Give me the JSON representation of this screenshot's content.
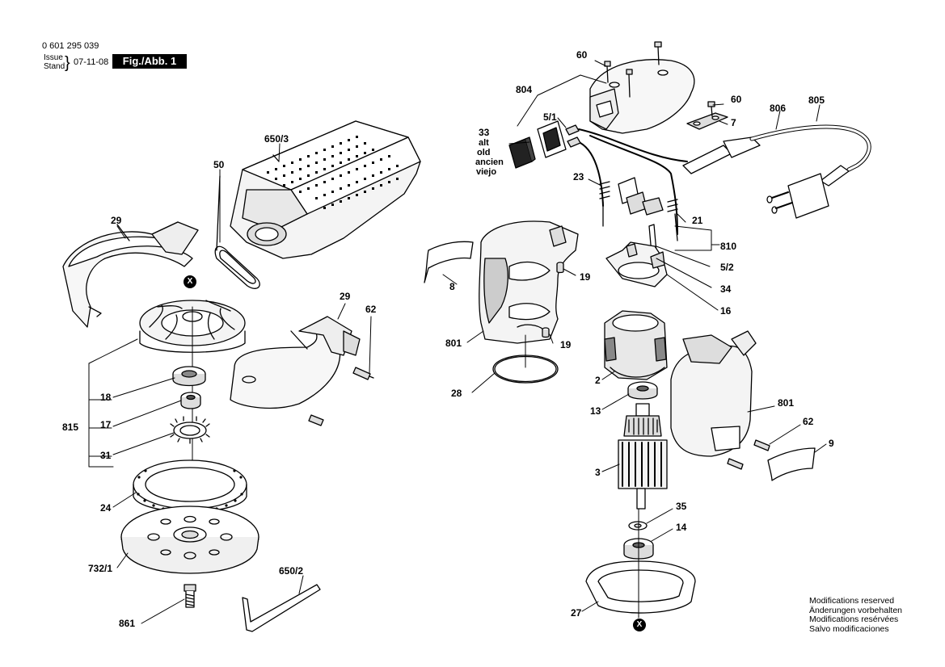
{
  "header": {
    "doc_number": "0 601 295 039",
    "issue_label_1": "Issue",
    "issue_label_2": "Stand",
    "brace": "}",
    "date": "07-11-08",
    "figure_label": "Fig./Abb. 1"
  },
  "markers": {
    "x_marker": "X"
  },
  "labels": {
    "p650_3": "650/3",
    "p50": "50",
    "p29_top": "29",
    "p29_mid": "29",
    "p62_mid": "62",
    "p18": "18",
    "p815": "815",
    "p17": "17",
    "p31": "31",
    "p24": "24",
    "p732_1": "732/1",
    "p861": "861",
    "p650_2": "650/2",
    "p60_a": "60",
    "p60_b": "60",
    "p804": "804",
    "p5_1": "5/1",
    "p33": "33",
    "alt_1": "alt",
    "alt_2": "old",
    "alt_3": "ancien",
    "alt_4": "viejo",
    "p23": "23",
    "p806": "806",
    "p805": "805",
    "p7": "7",
    "p21": "21",
    "p810": "810",
    "p5_2": "5/2",
    "p34": "34",
    "p16": "16",
    "p8": "8",
    "p19_a": "19",
    "p801_left": "801",
    "p19_b": "19",
    "p28": "28",
    "p2": "2",
    "p13": "13",
    "p801_right": "801",
    "p62_right": "62",
    "p9": "9",
    "p3": "3",
    "p35": "35",
    "p14": "14",
    "p27": "27"
  },
  "notes": {
    "line_en": "Modifications reserved",
    "line_de": "Änderungen vorbehalten",
    "line_fr": "Modifications resérvées",
    "line_es": "Salvo modificaciones"
  }
}
